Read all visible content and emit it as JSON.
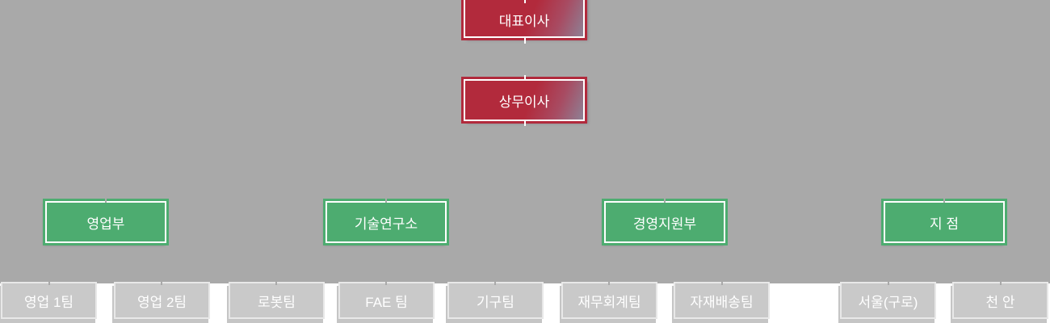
{
  "colors": {
    "canvas_background": "#a9a9a9",
    "page_background": "#ffffff",
    "executive_box": "#b22a3c",
    "executive_box_gradient_corner": "#8e8195",
    "department_box": "#4dac70",
    "team_box": "#c9c9c9",
    "team_box_border": "#e8e8e8",
    "box_border": "#ffffff",
    "box_text": "#ffffff"
  },
  "org_chart": {
    "executives": [
      {
        "label": "대표이사"
      },
      {
        "label": "상무이사"
      }
    ],
    "departments": [
      {
        "label": "영업부",
        "teams": [
          {
            "label": "영업 1팀"
          },
          {
            "label": "영업 2팀"
          }
        ]
      },
      {
        "label": "기술연구소",
        "teams": [
          {
            "label": "로봇팀"
          },
          {
            "label": "FAE 팀"
          },
          {
            "label": "기구팀"
          }
        ]
      },
      {
        "label": "경영지원부",
        "teams": [
          {
            "label": "재무회계팀"
          },
          {
            "label": "자재배송팀"
          }
        ]
      },
      {
        "label": "지 점",
        "teams": [
          {
            "label": "서울(구로)"
          },
          {
            "label": "천 안"
          }
        ]
      }
    ]
  }
}
